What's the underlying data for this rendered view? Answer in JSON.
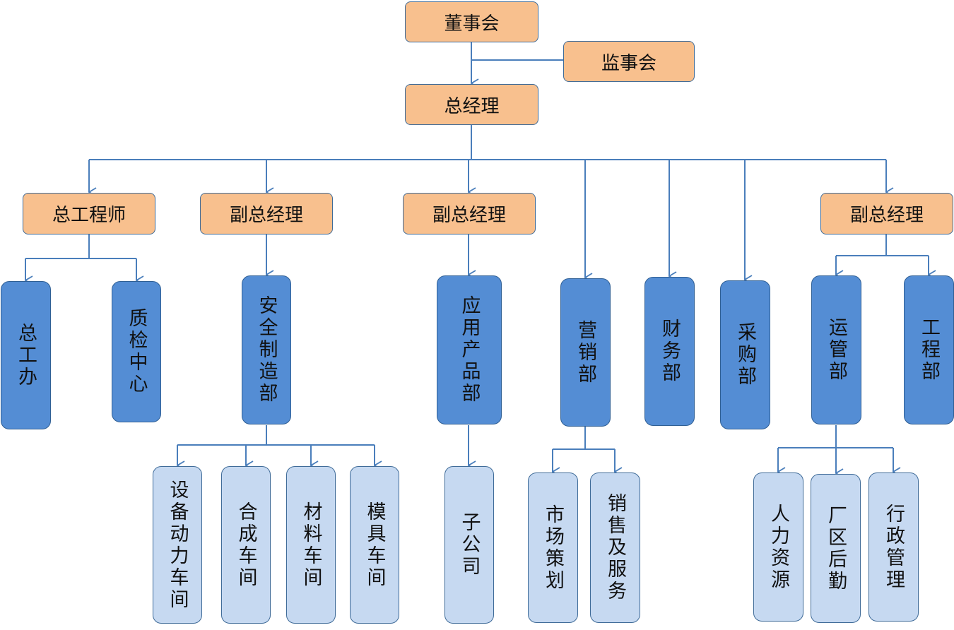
{
  "nodes": {
    "board": "董事会",
    "supervisory": "监事会",
    "general_manager": "总经理",
    "chief_engineer": "总工程师",
    "vgm1": "副总经理",
    "vgm2": "副总经理",
    "vgm3": "副总经理",
    "engineer_office": "总工办",
    "qc_center": "质检中心",
    "safety_mfg": "安全制造部",
    "app_products": "应用产品部",
    "marketing": "营销部",
    "finance": "财务部",
    "purchasing": "采购部",
    "operations": "运管部",
    "engineering": "工程部",
    "equipment_workshop": "设备动力车间",
    "synthesis_workshop": "合成车间",
    "material_workshop": "材料车间",
    "mold_workshop": "模具车间",
    "subsidiary": "子公司",
    "market_planning": "市场策划",
    "sales_service": "销售及服务",
    "hr": "人力资源",
    "logistics": "厂区后勤",
    "admin": "行政管理"
  },
  "colors": {
    "top": "#f8c08e",
    "dept": "#548dd4",
    "unit": "#c6d9f1",
    "line": "#4a7ebb"
  }
}
